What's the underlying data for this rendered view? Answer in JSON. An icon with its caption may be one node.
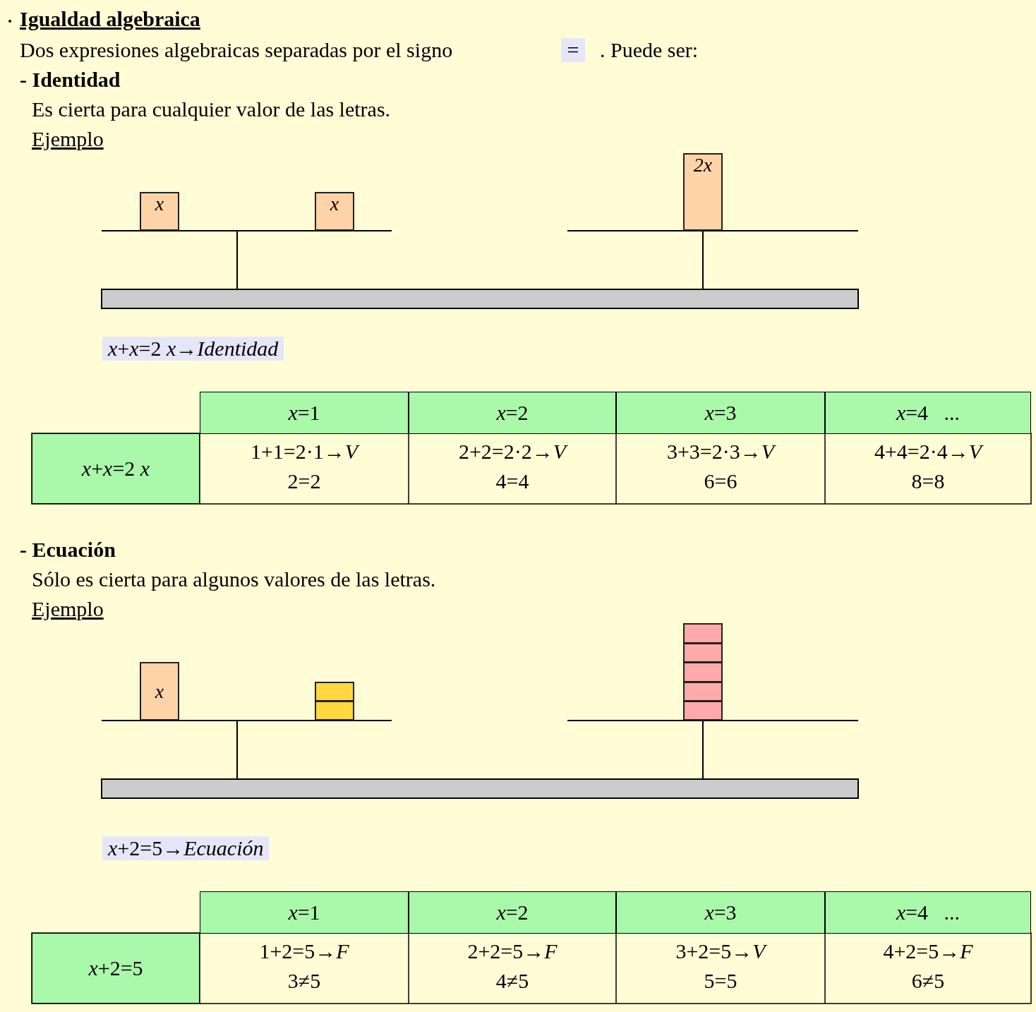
{
  "diagram": {
    "title": "Igualdad algebraica",
    "nodes": [
      {
        "text": [
          "x"
        ]
      },
      {
        "text": [
          "x"
        ]
      },
      {
        "text": [
          "2x"
        ]
      },
      {
        "text": [
          "x"
        ]
      },
      {
        "text": [],
        "shape": "box"
      },
      {
        "text": [],
        "shape": "box"
      },
      {
        "text": [],
        "shape": "box"
      },
      {
        "text": [],
        "shape": "box"
      },
      {
        "text": [],
        "shape": "box"
      },
      {
        "text": [],
        "shape": "box"
      },
      {
        "text": [],
        "shape": "box"
      }
    ],
    "labels": [
      "Dos expresiones algebraicas separadas por el signo",
      "=",
      ". Puede ser:",
      "- Identidad",
      "Es cierta para cualquier valor de las letras.",
      "Ejemplo",
      "*x*+*x*=2 *x*→*Identidad*",
      "*x*=1",
      "*x*=2",
      "*x*=3",
      "*x*=4   ...",
      "*x*+*x*=2 *x*",
      "1+1=2·1→*V*",
      "2=2",
      "2+2=2·2→*V*",
      "4=4",
      "3+3=2·3→*V*",
      "6=6",
      "4+4=2·4→*V*",
      "8=8",
      "- Ecuación",
      "Sólo es cierta para algunos valores de las letras.",
      "Ejemplo",
      "*x*+2=5→*Ecuación*",
      "*x*=1",
      "*x*=2",
      "*x*=3",
      "*x*=4   ...",
      "*x*+2=5",
      "1+2=5→*F*",
      "3≠5",
      "2+2=5→*F*",
      "4≠5",
      "3+2=5→*V*",
      "5=5",
      "4+2=5→*F*",
      "6≠5"
    ]
  }
}
